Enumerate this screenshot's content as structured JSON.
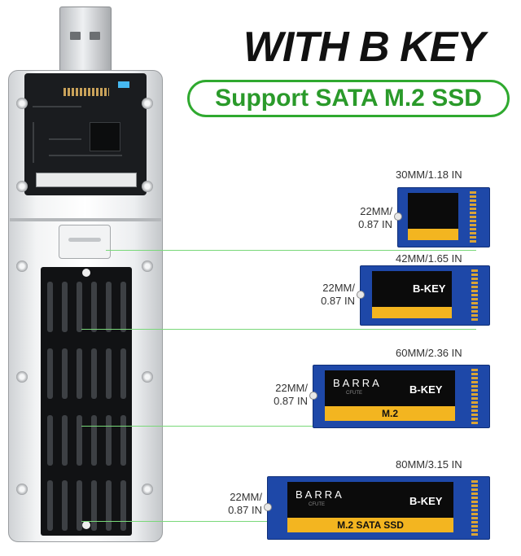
{
  "headline": "WITH B KEY",
  "support_text": "Support SATA M.2 SSD",
  "colors": {
    "accent_green": "#2fa92f",
    "pcb_blue": "#1e48a8",
    "label_black": "#0b0b0b",
    "label_gold": "#f3b520"
  },
  "ssd_cards": [
    {
      "length_label": "30MM/1.18 IN",
      "width_line1": "22MM/",
      "width_line2": "0.87 IN"
    },
    {
      "length_label": "42MM/1.65 IN",
      "width_line1": "22MM/",
      "width_line2": "0.87 IN",
      "key_label": "B-KEY"
    },
    {
      "length_label": "60MM/2.36 IN",
      "width_line1": "22MM/",
      "width_line2": "0.87 IN",
      "brand": "BARRA",
      "brand_sub": "CFUTE",
      "key_label": "B-KEY",
      "stripe_label": "M.2"
    },
    {
      "length_label": "80MM/3.15 IN",
      "width_line1": "22MM/",
      "width_line2": "0.87 IN",
      "brand": "BARRA",
      "brand_sub": "CFUTE",
      "key_label": "B-KEY",
      "stripe_label": "M.2 SATA SSD"
    }
  ]
}
